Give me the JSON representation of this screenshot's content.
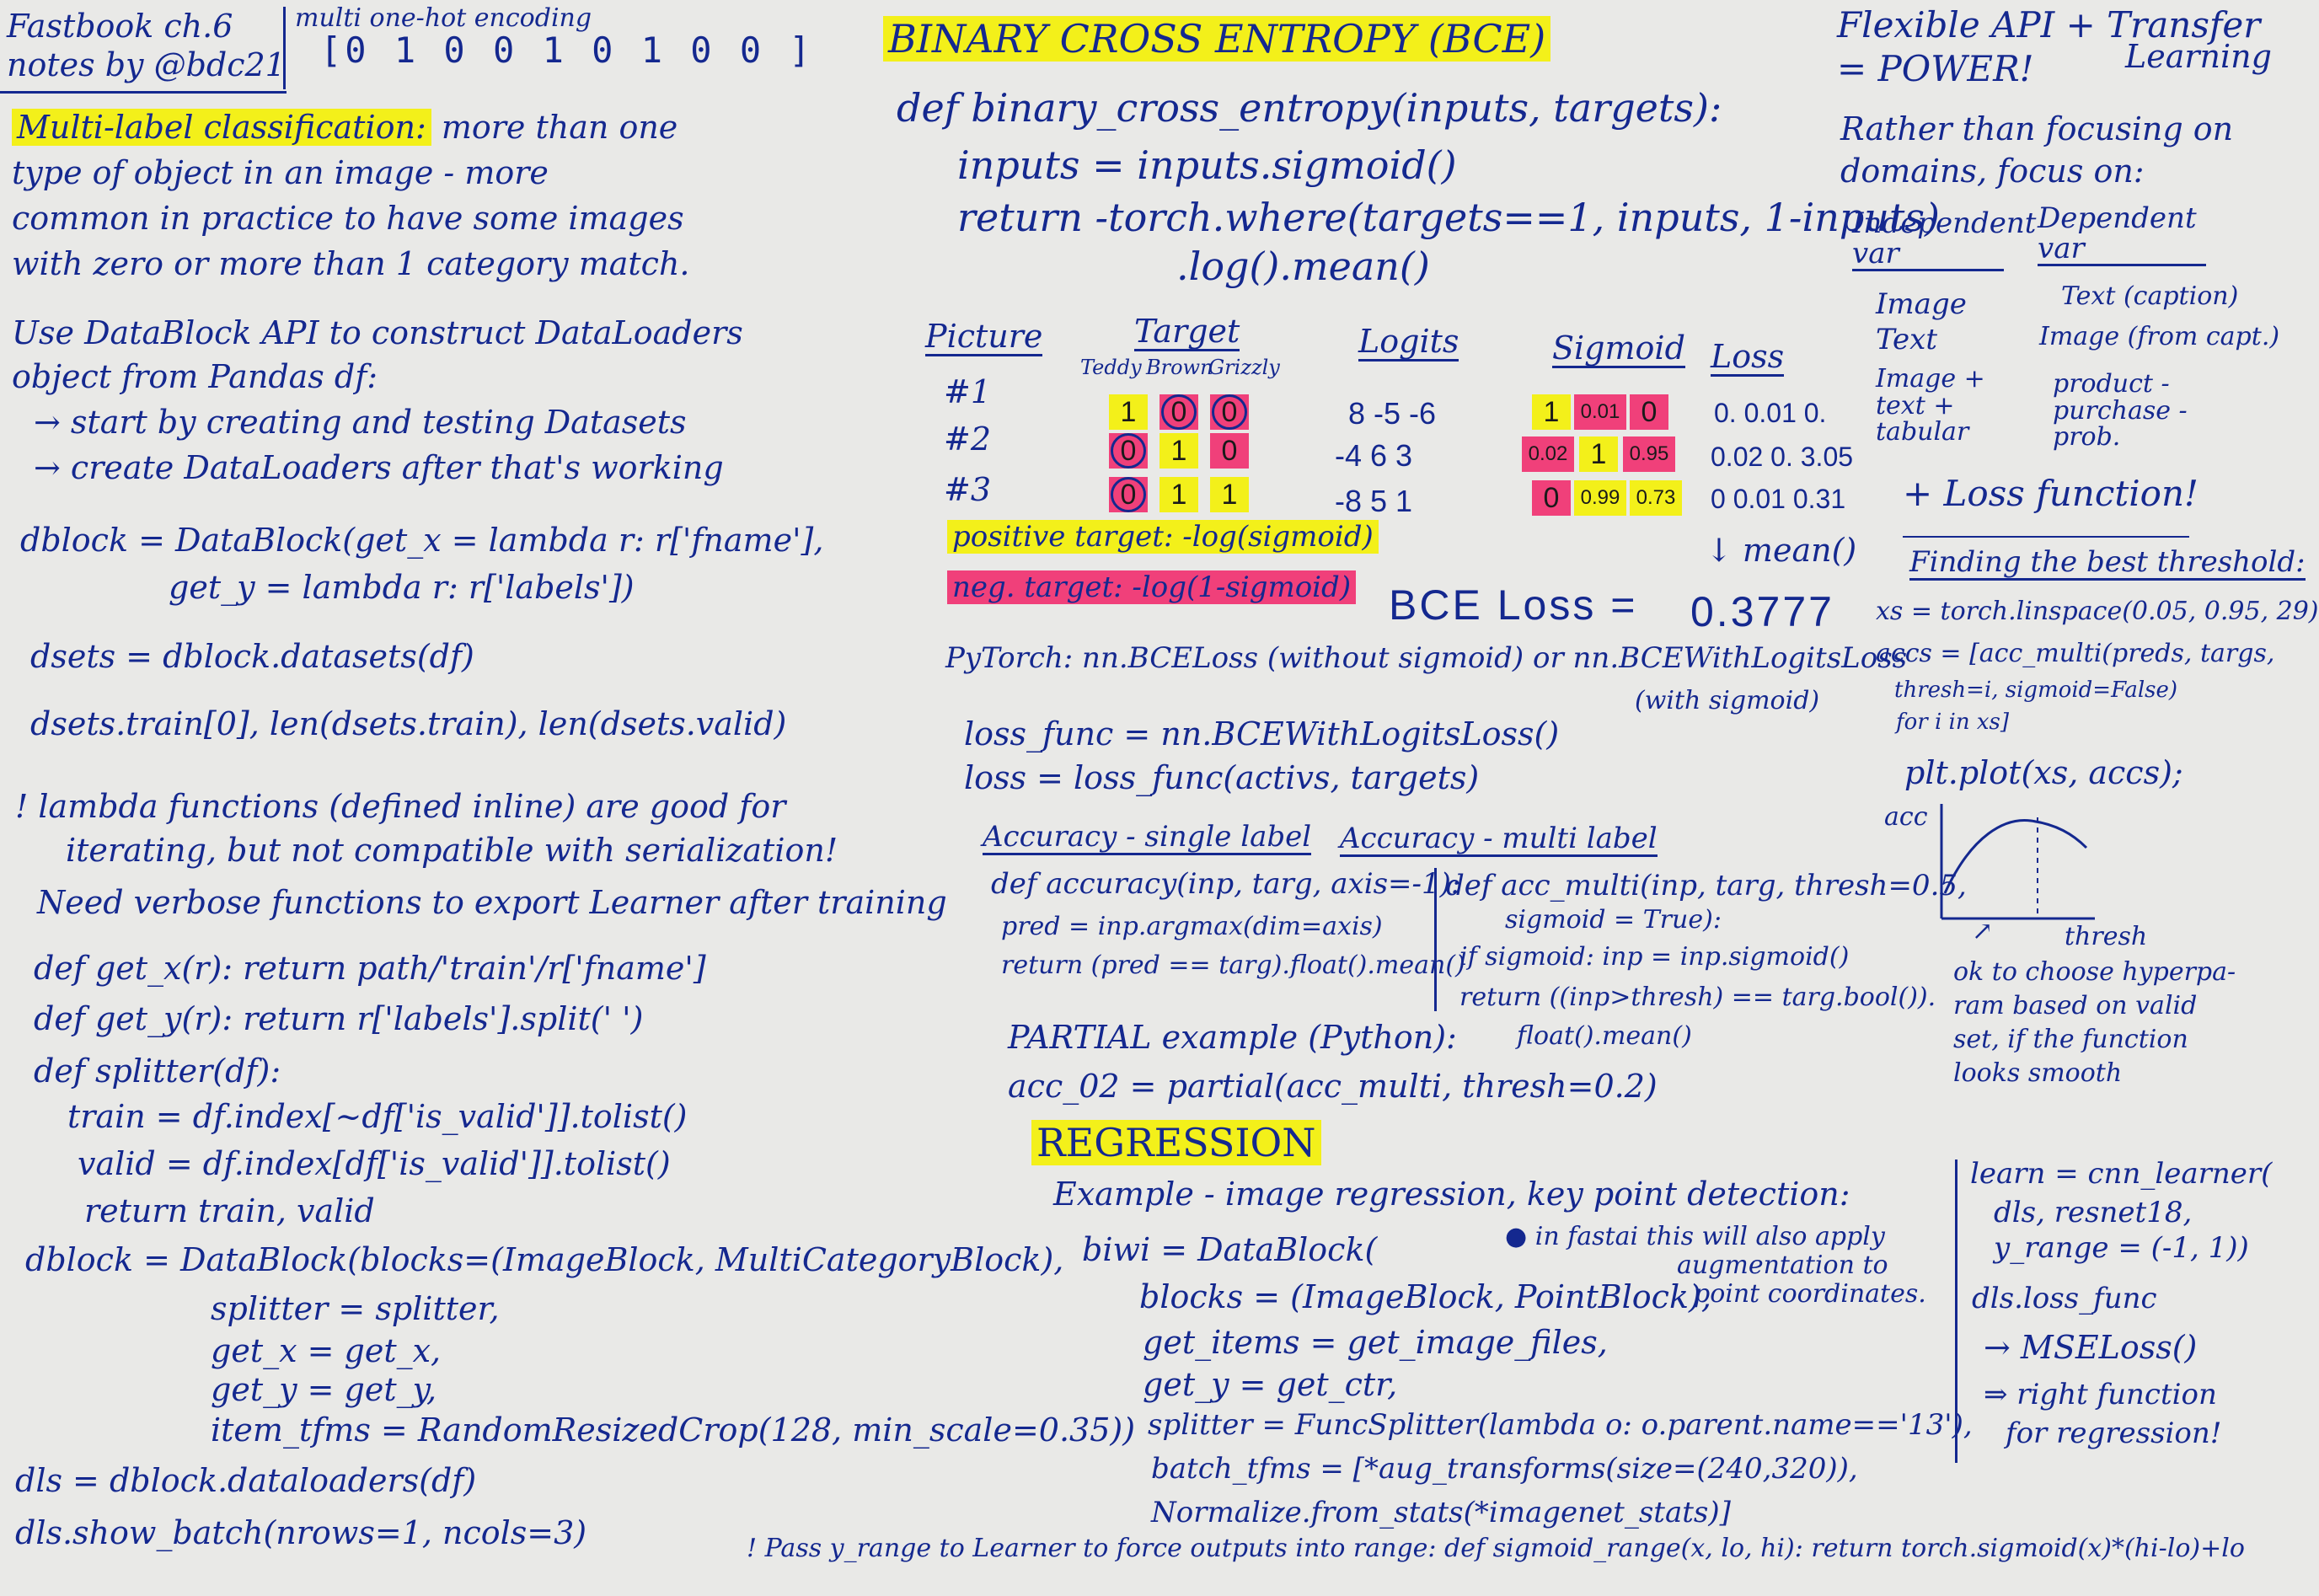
{
  "header": {
    "line1": "Fastbook ch.6",
    "line2": "notes by @bdc21",
    "encoding_title": "multi one-hot encoding",
    "encoding_vector": "[0 1 0 0   1 0   1 0 0 ]"
  },
  "left": {
    "mlc_term": "Multi-label classification:",
    "mlc_lines": [
      "more than one",
      "type of object in an image - more",
      "common in practice to have some images",
      "with zero or more than 1 category match."
    ],
    "datablock_lines": [
      "Use DataBlock API to construct DataLoaders",
      "object from Pandas df:",
      "→ start by creating and testing Datasets",
      "→ create DataLoaders after that's working"
    ],
    "code1": [
      "dblock = DataBlock(get_x = lambda r: r['fname'],",
      "get_y = lambda r: r['labels'])",
      "dsets = dblock.datasets(df)",
      "dsets.train[0], len(dsets.train), len(dsets.valid)"
    ],
    "lambda_note": [
      "! lambda functions (defined inline) are good for",
      "iterating, but not compatible with serialization!",
      "Need verbose functions to export Learner after training"
    ],
    "code2": [
      "def get_x(r): return path/'train'/r['fname']",
      "def get_y(r): return r['labels'].split(' ')",
      "def splitter(df):",
      "train = df.index[~df['is_valid']].tolist()",
      "valid = df.index[df['is_valid']].tolist()",
      "return train, valid",
      "dblock = DataBlock(blocks=(ImageBlock, MultiCategoryBlock),",
      "splitter = splitter,",
      "get_x = get_x,",
      "get_y = get_y,",
      "item_tfms = RandomResizedCrop(128, min_scale=0.35))",
      "dls = dblock.dataloaders(df)",
      "dls.show_batch(nrows=1, ncols=3)"
    ]
  },
  "middle": {
    "bce_title": "BINARY CROSS ENTROPY (BCE)",
    "bce_code": [
      "def binary_cross_entropy(inputs, targets):",
      "inputs = inputs.sigmoid()",
      "return -torch.where(targets==1, inputs, 1-inputs)",
      ".log().mean()"
    ],
    "table_headers": {
      "picture": "Picture",
      "target": "Target",
      "logits": "Logits",
      "sigmoid": "Sigmoid",
      "loss": "Loss"
    },
    "target_classes": [
      "Teddy",
      "Brown",
      "Grizzly"
    ],
    "rows": [
      {
        "pic": "#1",
        "target": [
          "1",
          "0",
          "0"
        ],
        "logits": "8  -5  -6",
        "sigmoid": [
          "1",
          "0.01",
          "0"
        ],
        "loss": "0. 0.01 0."
      },
      {
        "pic": "#2",
        "target": [
          "0",
          "1",
          "0"
        ],
        "logits": "-4  6  3",
        "sigmoid": [
          "0.02",
          "1",
          "0.95"
        ],
        "loss": "0.02 0. 3.05"
      },
      {
        "pic": "#3",
        "target": [
          "0",
          "1",
          "1"
        ],
        "logits": "-8  5  1",
        "sigmoid": [
          "0",
          "0.99",
          "0.73"
        ],
        "loss": "0  0.01 0.31"
      }
    ],
    "positive_target": "positive target: -log(sigmoid)",
    "negative_target": "neg. target: -log(1-sigmoid)",
    "mean_label": "mean()",
    "bce_loss_label": "BCE Loss  =",
    "bce_loss_value": "0.3777",
    "pytorch_line": "PyTorch: nn.BCELoss (without sigmoid) or nn.BCEWithLogitsLoss",
    "pytorch_line2": "(with sigmoid)",
    "loss_code": [
      "loss_func = nn.BCEWithLogitsLoss()",
      "loss = loss_func(activs, targets)"
    ],
    "acc_single_title": "Accuracy - single label",
    "acc_multi_title": "Accuracy - multi label",
    "acc_single_code": [
      "def accuracy(inp, targ, axis=-1):",
      "pred = inp.argmax(dim=axis)",
      "return (pred == targ).float().mean()"
    ],
    "acc_multi_code": [
      "def acc_multi(inp, targ, thresh=0.5,",
      "sigmoid = True):",
      "if sigmoid: inp = inp.sigmoid()",
      "return ((inp>thresh) == targ.bool()).",
      "float().mean()"
    ],
    "partial_code": [
      "PARTIAL example (Python):",
      "acc_02 = partial(acc_multi, thresh=0.2)"
    ],
    "regression_title": "REGRESSION",
    "regression_intro": "Example - image regression, key point detection:",
    "regression_code": [
      "biwi = DataBlock(",
      "blocks = (ImageBlock, PointBlock),",
      "get_items = get_image_files,",
      "get_y = get_ctr,",
      "splitter = FuncSplitter(lambda o: o.parent.name=='13'),",
      "batch_tfms = [*aug_transforms(size=(240,320)),",
      "Normalize.from_stats(*imagenet_stats)]"
    ],
    "regression_note": [
      "in fastai this will also apply",
      "augmentation to",
      "point coordinates."
    ],
    "footer_note": "! Pass y_range to Learner to force outputs into range: def sigmoid_range(x, lo, hi): return torch.sigmoid(x)*(hi-lo)+lo"
  },
  "right": {
    "title1": "Flexible API + Transfer",
    "title2": "= POWER!",
    "title3": "Learning",
    "intro": [
      "Rather than focusing on",
      "domains, focus on:"
    ],
    "col_indep": "Independent var",
    "col_dep": "Dependent var",
    "pairs": [
      {
        "indep": "Image",
        "dep": "Text (caption)"
      },
      {
        "indep": "Text",
        "dep": "Image (from capt.)"
      },
      {
        "indep": "Image + text + tabular",
        "dep": "product - purchase - prob."
      }
    ],
    "loss_func_note": "+ Loss function!",
    "threshold_title": "Finding the best threshold:",
    "threshold_code": [
      "xs = torch.linspace(0.05, 0.95, 29)",
      "accs = [acc_multi(preds, targs,",
      "thresh=i, sigmoid=False)",
      "for i in xs]",
      "plt.plot(xs, accs);"
    ],
    "plot_ylabel": "acc",
    "plot_xlabel": "thresh",
    "plot_note": [
      "ok to choose hyperpa-",
      "ram based on valid",
      "set, if the function",
      "looks smooth"
    ],
    "learner_code": [
      "learn = cnn_learner(",
      "dls, resnet18,",
      "y_range = (-1, 1))",
      "dls.loss_func",
      "→ MSELoss()",
      "⇒ right function",
      "for regression!"
    ]
  }
}
